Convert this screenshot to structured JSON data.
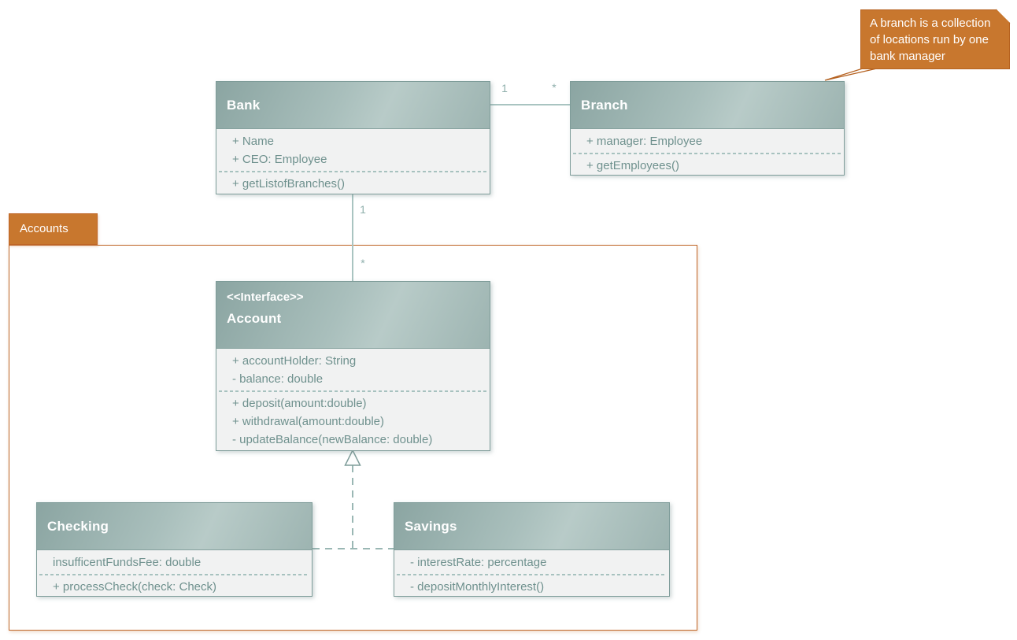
{
  "frame": {
    "label": "Accounts"
  },
  "note": {
    "text": "A branch is a collection of locations run by one bank manager"
  },
  "classes": [
    {
      "name": "Bank",
      "attributes": [
        "+ Name",
        "+ CEO: Employee"
      ],
      "methods": [
        "+ getListofBranches()"
      ]
    },
    {
      "name": "Branch",
      "attributes": [
        "+ manager: Employee"
      ],
      "methods": [
        "+ getEmployees()"
      ]
    },
    {
      "stereotype": "<<Interface>>",
      "name": "Account",
      "attributes": [
        "+ accountHolder: String",
        "- balance: double"
      ],
      "methods": [
        "+ deposit(amount:double)",
        "+ withdrawal(amount:double)",
        "- updateBalance(newBalance: double)"
      ]
    },
    {
      "name": "Checking",
      "attributes": [
        "insufficentFundsFee: double"
      ],
      "methods": [
        "+ processCheck(check: Check)"
      ]
    },
    {
      "name": "Savings",
      "attributes": [
        "- interestRate: percentage"
      ],
      "methods": [
        "- depositMonthlyInterest()"
      ]
    }
  ],
  "associations": [
    {
      "from": "Bank",
      "to": "Branch",
      "from_label": "1",
      "to_label": "*"
    },
    {
      "from": "Bank",
      "to": "Account",
      "from_label": "1",
      "to_label": "*"
    }
  ],
  "realization": {
    "interface": "Account",
    "implementers": [
      "Checking",
      "Savings"
    ]
  },
  "colors": {
    "header_teal_dark": "#8ba5a2",
    "header_teal_light": "#b8cbc8",
    "box_border": "#7e9c99",
    "member_text": "#6f918e",
    "body_background": "#f1f2f2",
    "association_line": "#a9c4c1",
    "accent_orange": "#c8772e",
    "orange_border": "#bf6527",
    "note_text": "#ffffff"
  }
}
